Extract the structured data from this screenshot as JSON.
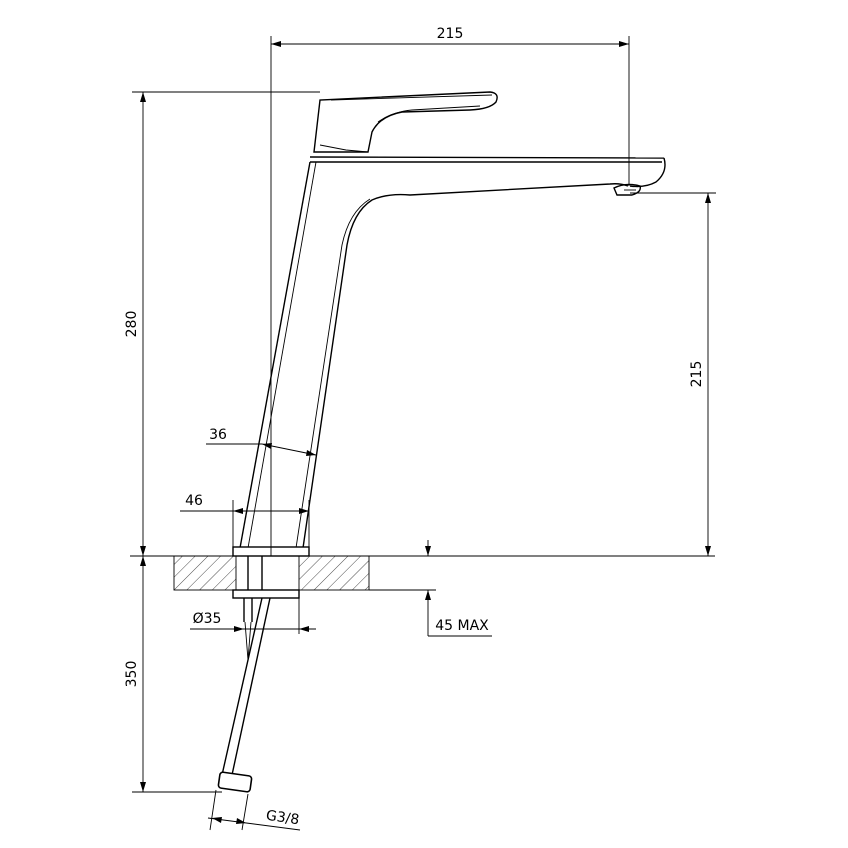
{
  "dimensions": {
    "spout_reach": "215",
    "total_height": "280",
    "spout_height": "215",
    "body_width": "36",
    "flange_width": "46",
    "hole_diameter": "Ø35",
    "max_deck_thickness": "45 MAX",
    "hose_length": "350",
    "connection_thread": "G3/8"
  },
  "colors": {
    "line": "#000000",
    "background": "#ffffff"
  }
}
